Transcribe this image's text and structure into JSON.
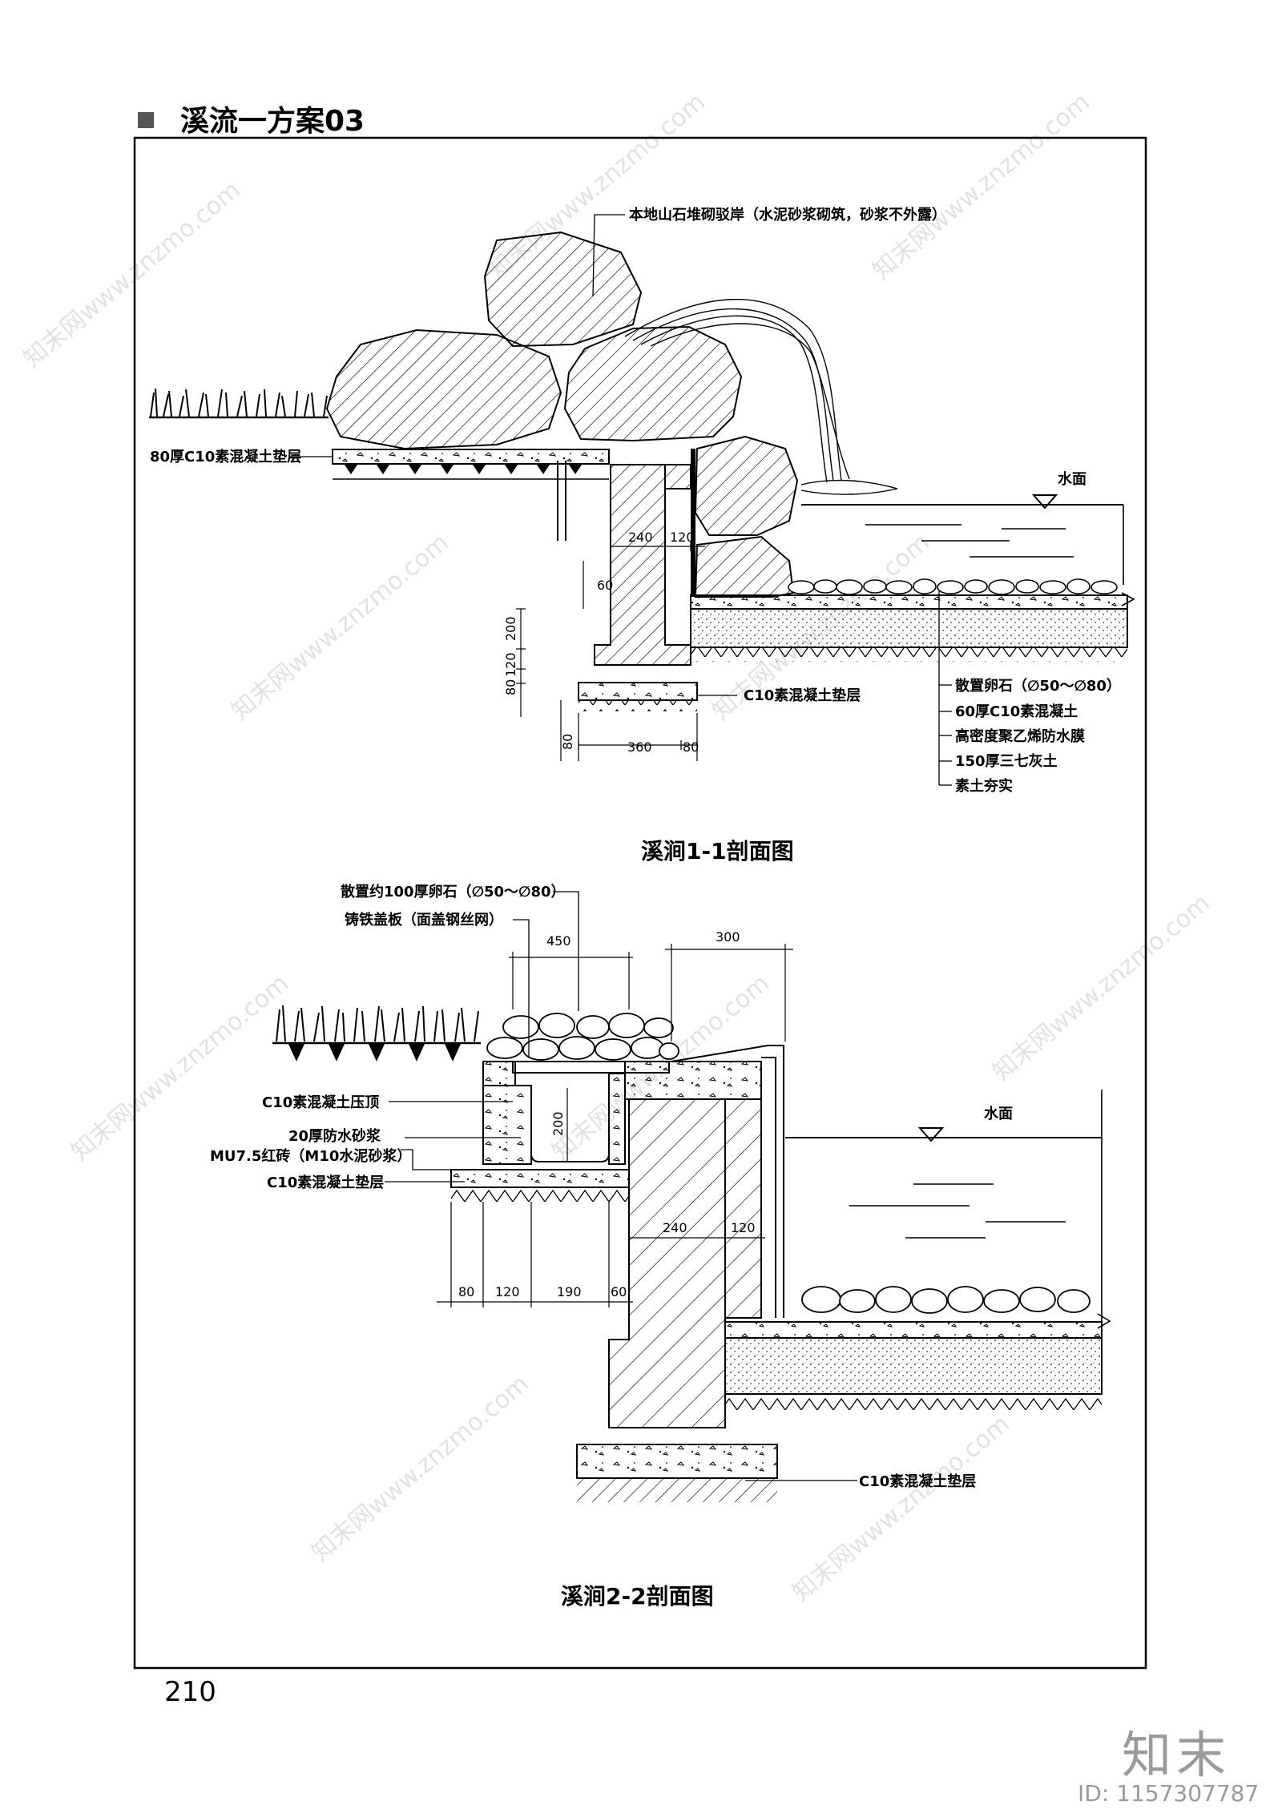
{
  "header": {
    "title": "溪流一方案03",
    "page_number": "210"
  },
  "watermark": {
    "text": "知末网www.znzmo.com",
    "logo": "知末",
    "id": "ID: 1157307787"
  },
  "section1": {
    "title": "溪涧1-1剖面图",
    "labels": {
      "rock_bank": "本地山石堆砌驳岸（水泥砂浆砌筑，砂浆不外露）",
      "base80": "80厚C10素混凝土垫层",
      "water": "水面",
      "footing": "C10素混凝土垫层",
      "cobble": "散置卵石（∅50～∅80）",
      "conc60": "60厚C10素混凝土",
      "membrane": "高密度聚乙烯防水膜",
      "lime": "150厚三七灰土",
      "soil": "素土夯实"
    },
    "dims": {
      "d240": "240",
      "d120": "120",
      "d60": "60",
      "d200": "200",
      "d120v": "120",
      "d80v": "80",
      "d80a": "80",
      "d360": "360",
      "d80b": "80"
    }
  },
  "section2": {
    "title": "溪涧2-2剖面图",
    "labels": {
      "cobble100": "散置约100厚卵石（∅50～∅80）",
      "cover": "铸铁盖板（面盖钢丝网）",
      "cap": "C10素混凝土压顶",
      "mortar": "20厚防水砂浆",
      "brick": "MU7.5红砖（M10水泥砂浆）",
      "base": "C10素混凝土垫层",
      "water": "水面",
      "footing": "C10素混凝土垫层"
    },
    "dims": {
      "d450": "450",
      "d300": "300",
      "d200": "200",
      "d240": "240",
      "d120": "120",
      "d80": "80",
      "d120b": "120",
      "d190": "190",
      "d60": "60"
    }
  }
}
